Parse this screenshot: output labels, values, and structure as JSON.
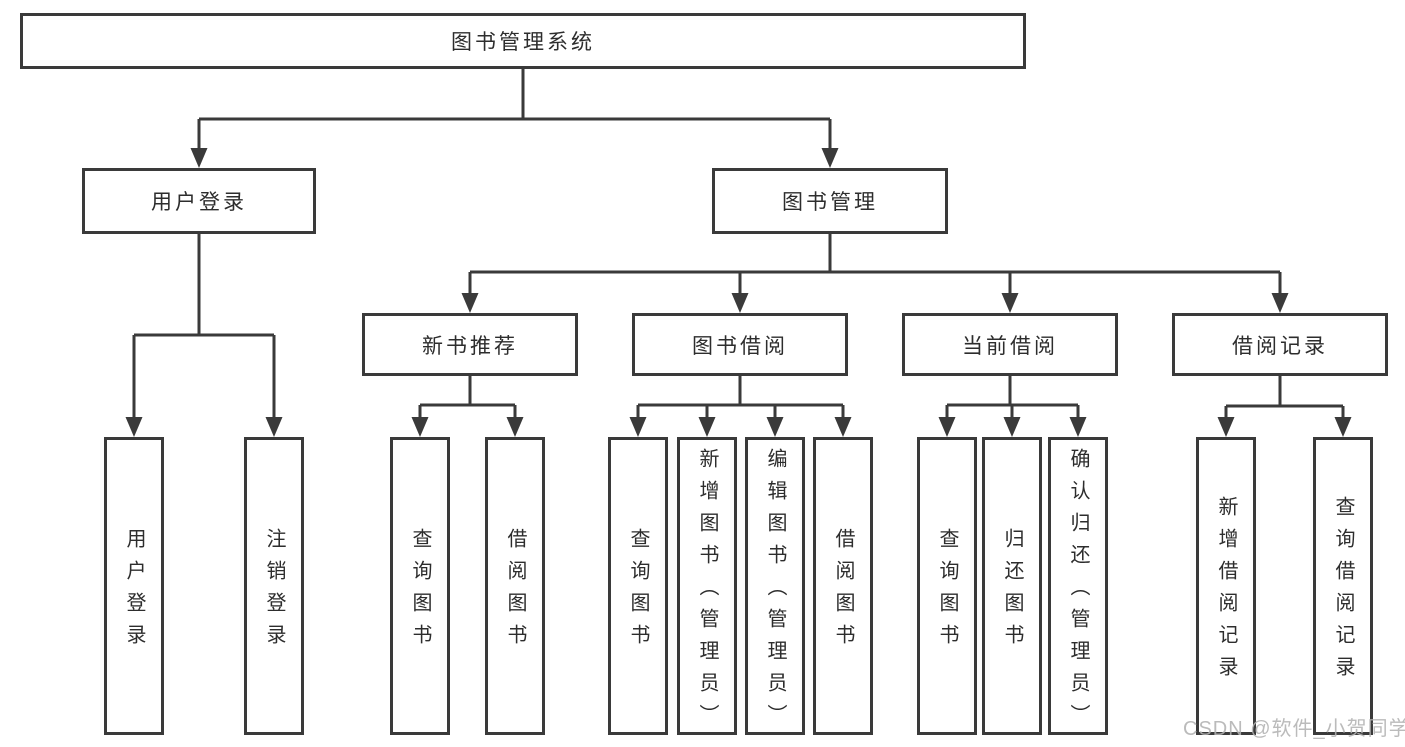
{
  "tree": {
    "root": "图书管理系统",
    "children": [
      {
        "label": "用户登录",
        "children": [
          {
            "label": "用户登录"
          },
          {
            "label": "注销登录"
          }
        ]
      },
      {
        "label": "图书管理",
        "children": [
          {
            "label": "新书推荐",
            "children": [
              {
                "label": "查询图书"
              },
              {
                "label": "借阅图书"
              }
            ]
          },
          {
            "label": "图书借阅",
            "children": [
              {
                "label": "查询图书"
              },
              {
                "label": "新增图书（管理员）"
              },
              {
                "label": "编辑图书（管理员）"
              },
              {
                "label": "借阅图书"
              }
            ]
          },
          {
            "label": "当前借阅",
            "children": [
              {
                "label": "查询图书"
              },
              {
                "label": "归还图书"
              },
              {
                "label": "确认归还（管理员）"
              }
            ]
          },
          {
            "label": "借阅记录",
            "children": [
              {
                "label": "新增借阅记录"
              },
              {
                "label": "查询借阅记录"
              }
            ]
          }
        ]
      }
    ]
  },
  "watermark": {
    "text": "CSDN @软件_小贺同学"
  },
  "colors": {
    "line": "#3a3a3a",
    "box_border": "#3a3a3a",
    "text": "#2d2d2d",
    "background": "#ffffff",
    "watermark": "#b2b2b2"
  }
}
